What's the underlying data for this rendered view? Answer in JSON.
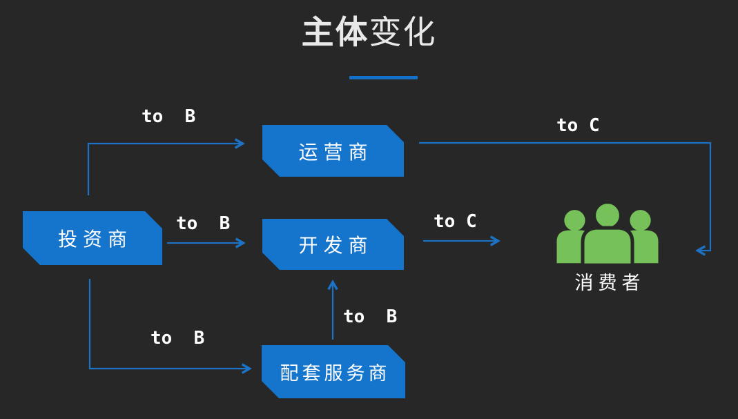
{
  "title": {
    "part1": "主体",
    "part2": "变化"
  },
  "colors": {
    "background": "#272727",
    "box_blue": "#1574CC",
    "arrow_blue": "#1C73C6",
    "underline_blue": "#1470C8",
    "consumer_green": "#77C15A",
    "text_white": "#FFFFFF"
  },
  "nodes": {
    "investor": {
      "label": "投资商"
    },
    "operator": {
      "label": "运营商"
    },
    "developer": {
      "label": "开发商"
    },
    "service_provider": {
      "label": "配套服务商"
    },
    "consumer": {
      "label": "消费者",
      "icon": "people-group-icon"
    }
  },
  "edges": [
    {
      "from": "投资商",
      "to": "运营商",
      "label": "to  B"
    },
    {
      "from": "投资商",
      "to": "开发商",
      "label": "to  B"
    },
    {
      "from": "投资商",
      "to": "配套服务商",
      "label": "to  B"
    },
    {
      "from": "配套服务商",
      "to": "开发商",
      "label": "to  B"
    },
    {
      "from": "开发商",
      "to": "消费者",
      "label": "to C"
    },
    {
      "from": "运营商",
      "to": "消费者",
      "label": "to C"
    }
  ]
}
